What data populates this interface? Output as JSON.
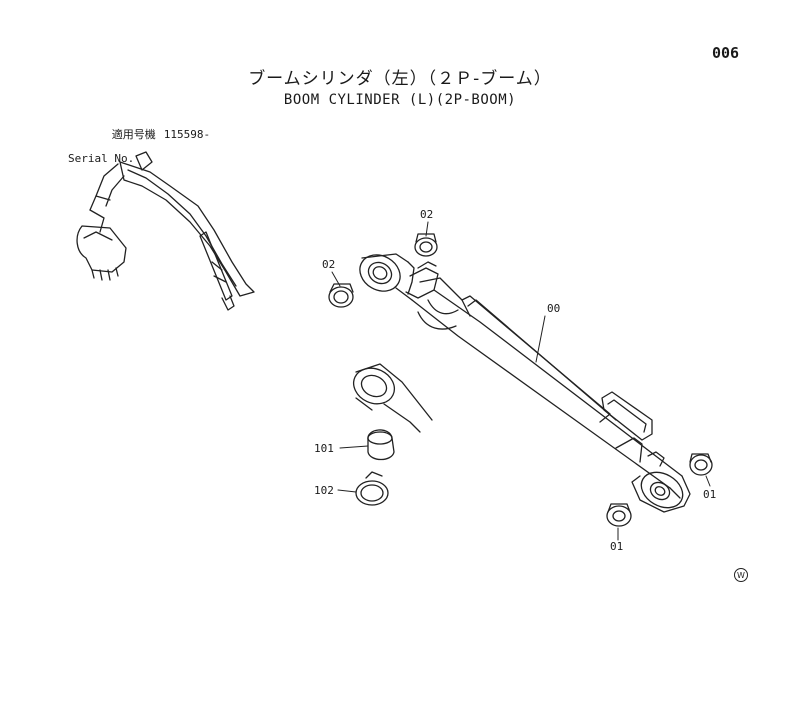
{
  "page": {
    "number": "006",
    "title_jp": "ブームシリンダ（左）（２Ｐ-ブーム）",
    "title_en": "BOOM CYLINDER (L)(2P-BOOM)"
  },
  "serial": {
    "label_jp": "適用号機",
    "number": "115598-",
    "label_en": "Serial No."
  },
  "callouts": {
    "c_00": "00",
    "c_01_right": "01",
    "c_01_bottom": "01",
    "c_02_top": "02",
    "c_02_left": "02",
    "c_101": "101",
    "c_102": "102"
  },
  "icons": {
    "corner_mark": "w-circle-icon",
    "corner_mark_letter": "W"
  }
}
